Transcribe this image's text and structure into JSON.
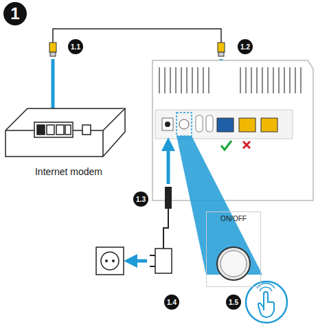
{
  "diagram": {
    "nodes": [
      {
        "text": [
          "Internet modem"
        ]
      },
      {
        "text": [
          "ON/OFF"
        ]
      }
    ],
    "labels": [
      "1",
      "1.1",
      "1.2",
      "1.3",
      "1.4",
      "1.5"
    ]
  }
}
